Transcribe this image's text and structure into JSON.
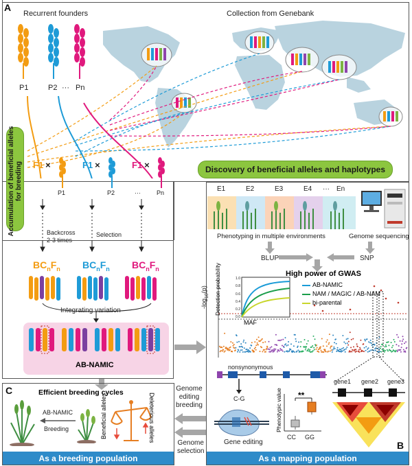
{
  "panels": {
    "a": "A",
    "b": "B",
    "c": "C"
  },
  "top": {
    "founders_title": "Recurrent founders",
    "genebank_title": "Collection from Genebank",
    "p1": "P1",
    "p2": "P2",
    "dots": "···",
    "pn": "Pn",
    "discovery": "Discovery of beneficial alleles and haplotypes"
  },
  "left": {
    "vertical": "Accumulation of beneficial alleles for breeding",
    "f1": "F1",
    "cross": "×",
    "p1": "P1",
    "p2": "P2",
    "pn": "Pn",
    "dots": "···",
    "backcross": "Backcross\n2-3 times",
    "selection": "Selection",
    "bc": "BC",
    "sub_n": "n",
    "f": "F",
    "integrating": "Integrating variation",
    "abnamic": "AB-NAMIC"
  },
  "right": {
    "envs": [
      "E1",
      "E2",
      "E3",
      "E4",
      "···",
      "En"
    ],
    "phenotyping": "Phenotyping in multiple environments",
    "sequencing": "Genome sequencing",
    "blup": "BLUP",
    "snp": "SNP",
    "gwas": "High power of GWAS",
    "ylabel": "-log",
    "ylabel_sub": "10",
    "ylabel_p": "(p)",
    "inset_ylabel": "Detection probability",
    "inset_xlabel": "MAF",
    "inset_ticks": [
      "1.0",
      "0.8",
      "0.6",
      "0.4",
      "0.2",
      "0.0"
    ],
    "legend": [
      "AB-NAMIC",
      "NAM / MAGIC / AB-NAM",
      "bi-parental"
    ],
    "legend_colors": [
      "#1a9bd7",
      "#1b9e4b",
      "#c8d62b"
    ],
    "nonsyn": "nonsynonymous",
    "mutation": "C-G",
    "gene_editing": "Gene editing",
    "pheno_ylabel": "Phenotypic value",
    "sig": "**",
    "cc": "CC",
    "gg": "GG",
    "genes": [
      "gene1",
      "gene2",
      "gene3"
    ],
    "bottom": "As a mapping population"
  },
  "bottom_left": {
    "title": "Efficient breeding cycles",
    "abnamic": "AB-NAMIC",
    "breeding": "Breeding",
    "beneficial": "Beneficial alleles",
    "deleterious": "Deleterious alleles",
    "bottom": "As a breeding population"
  },
  "middle": {
    "editing": "Genome\nediting\nbreeding",
    "selection": "Genome\nselection"
  },
  "colors": {
    "orange": "#f39c12",
    "blue": "#1e9bd7",
    "magenta": "#e0197d",
    "green_pill": "#8cc63f",
    "bar_blue": "#2e8bc9",
    "map_land": "#b9d3df"
  }
}
